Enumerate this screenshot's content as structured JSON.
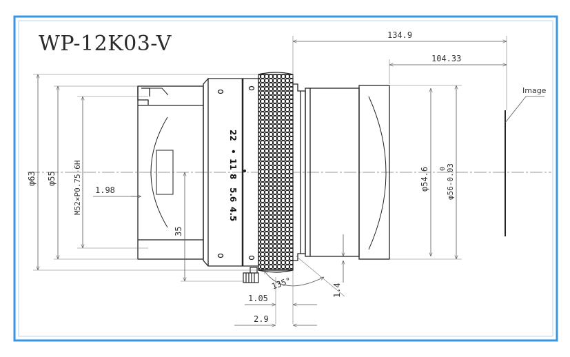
{
  "title": "WP-12K03-V",
  "colors": {
    "frame": "#3a95e0",
    "frame_light": "#cfe4f7",
    "line": "#222222",
    "dim": "#555555"
  },
  "dimensions": {
    "overall_length": "134.9",
    "rear_length": "104.33",
    "front_diameter": "φ63",
    "body_diameter": "φ55",
    "filter_thread": "M52×P0.75-6H",
    "front_recess": "1.98",
    "center_height": "35",
    "flange_diameter": "φ54.6",
    "mount_diameter": "φ56-0.03",
    "mount_tol_upper": "0",
    "angle": "135°",
    "dim_105": "1.05",
    "dim_29": "2.9",
    "dim_14": "1.4"
  },
  "image_label": "Image",
  "fstops": [
    "22",
    "•",
    "11",
    "8",
    "5.6",
    "4.5"
  ]
}
